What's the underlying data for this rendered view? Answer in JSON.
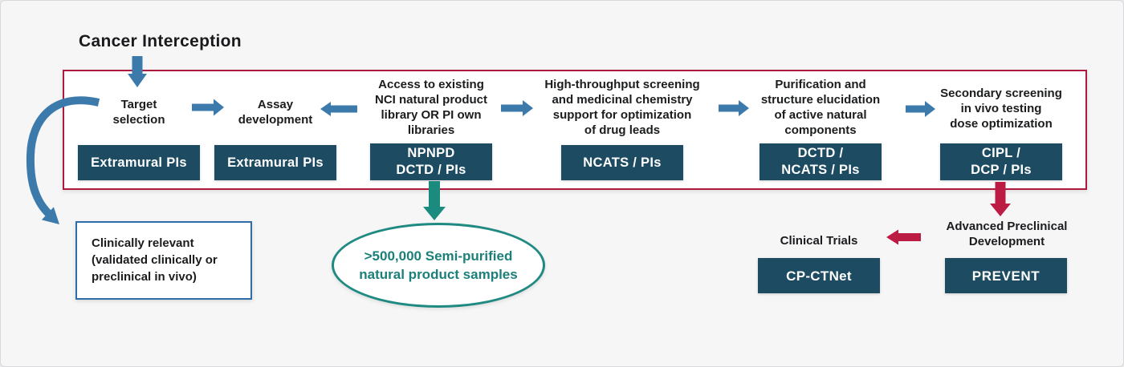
{
  "header": {
    "title": "Cancer Interception"
  },
  "pipeline": {
    "steps": [
      {
        "label": "Target\nselection",
        "org": "Extramural PIs"
      },
      {
        "label": "Assay\ndevelopment",
        "org": "Extramural PIs"
      },
      {
        "label": "Access to existing\nNCI natural product\nlibrary OR PI own\nlibraries",
        "org": "NPNPD\nDCTD / PIs"
      },
      {
        "label": "High-throughput screening\nand medicinal chemistry\nsupport for optimization\nof drug leads",
        "org": "NCATS / PIs"
      },
      {
        "label": "Purification and\nstructure elucidation\nof active natural\ncomponents",
        "org": "DCTD /\nNCATS / PIs"
      },
      {
        "label": "Secondary screening\nin vivo testing\ndose optimization",
        "org": "CIPL /\nDCP / PIs"
      }
    ]
  },
  "notes": {
    "clinically_relevant": "Clinically relevant\n(validated clinically or\npreclinical in vivo)",
    "samples": ">500,000 Semi-purified\nnatural product samples"
  },
  "downstream": {
    "advanced_preclinical": "Advanced Preclinical\nDevelopment",
    "prevent": "PREVENT",
    "clinical_trials": "Clinical Trials",
    "cp_ctnet": "CP-CTNet"
  },
  "edges": [
    "title -> target-selection",
    "target-selection -> assay-development",
    "nci-library -> assay-development",
    "nci-library -> high-throughput-screening",
    "high-throughput-screening -> purification",
    "purification -> secondary-screening",
    "target-selection -> clinically-relevant (curved)",
    "npnpd -> semi-purified-samples",
    "secondary-screening -> advanced-preclinical-development",
    "advanced-preclinical-development -> clinical-trials"
  ],
  "colors": {
    "pipeline_border": "#ae1a3d",
    "badge_background": "#1d4b61",
    "flow_arrow_blue": "#3d7aac",
    "samples_teal": "#1b8b80",
    "downstream_arrow_crimson": "#bc1b44",
    "note_box_border": "#2f6da8",
    "canvas_background": "#f6f6f7"
  }
}
